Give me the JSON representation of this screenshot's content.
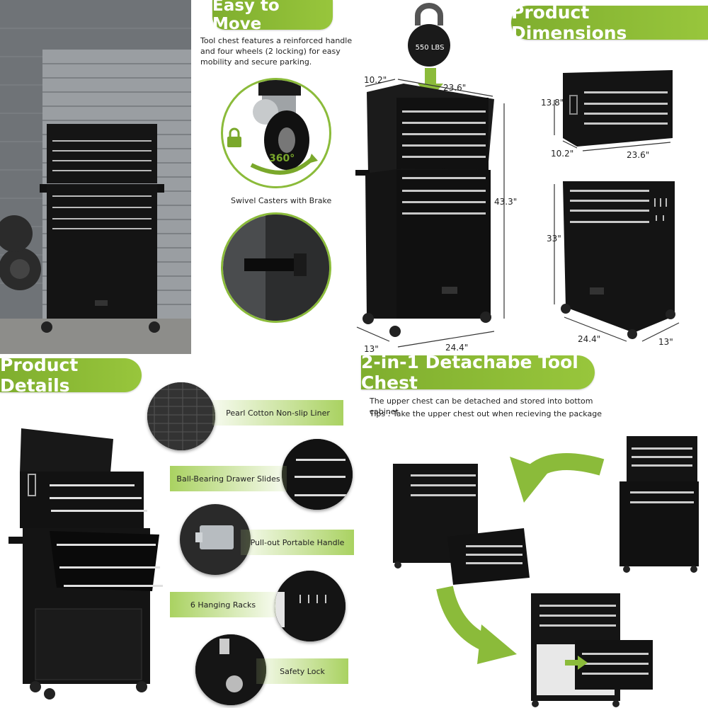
{
  "sections": {
    "move": {
      "title": "Easy to Move",
      "description": "Tool chest features a reinforced handle and four wheels (2 locking) for easy mobility and secure parking.",
      "caster_label": "Swivel Casters with Brake",
      "rotation_label": "360°"
    },
    "weight": {
      "label": "550 LBS"
    },
    "dimensions": {
      "title": "Product Dimensions",
      "full": {
        "top_depth": "10.2\"",
        "top_width": "23.6\"",
        "height": "43.3\"",
        "bottom_depth": "13\"",
        "bottom_width": "24.4\""
      },
      "upper": {
        "height": "13.8\"",
        "depth": "10.2\"",
        "width": "23.6\""
      },
      "lower": {
        "height": "33\"",
        "width": "24.4\"",
        "depth": "13\""
      }
    },
    "details": {
      "title": "Product Details",
      "features": [
        {
          "label": "Pearl Cotton Non-slip Liner"
        },
        {
          "label": "Ball-Bearing Drawer Slides"
        },
        {
          "label": "Pull-out Portable Handle"
        },
        {
          "label": "6 Hanging Racks"
        },
        {
          "label": "Safety Lock"
        }
      ]
    },
    "detachable": {
      "title": "2-in-1 Detachabe Tool Chest",
      "line1": "The upper chest can be detached and stored into bottom cabinet",
      "line2": "Tips : Take the upper chest out when recieving the package"
    }
  },
  "colors": {
    "accent": "#8bbb3a",
    "chest": "#111111",
    "drawer_strip": "#cccccc"
  }
}
